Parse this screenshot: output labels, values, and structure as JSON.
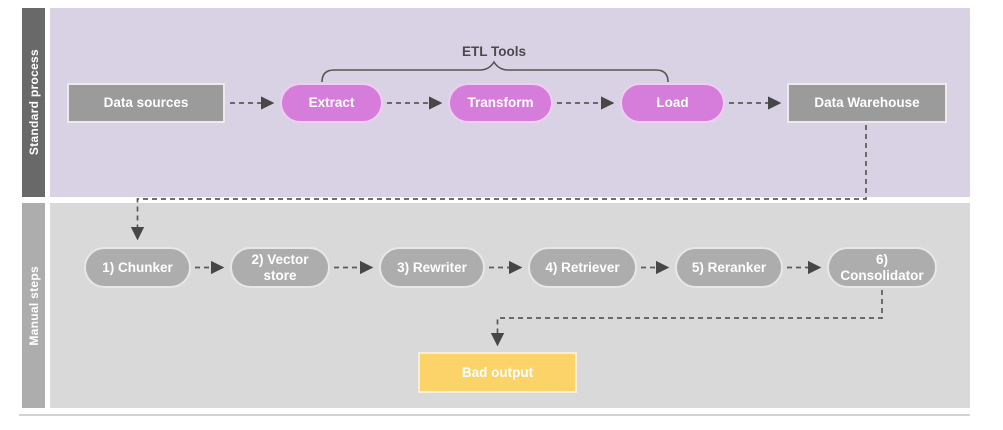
{
  "diagram": {
    "title_hint": "ETL pipeline with manual RAG steps flowchart",
    "lanes": [
      {
        "id": "standard-process",
        "label": "Standard process"
      },
      {
        "id": "manual-steps",
        "label": "Manual steps"
      }
    ],
    "bracket": {
      "label": "ETL Tools",
      "covers": [
        "extract",
        "transform",
        "load"
      ]
    },
    "nodes": {
      "data_sources": {
        "label": "Data sources",
        "shape": "rect",
        "color": "#9B9B9B"
      },
      "extract": {
        "label": "Extract",
        "shape": "pill",
        "color": "#D67DDB"
      },
      "transform": {
        "label": "Transform",
        "shape": "pill",
        "color": "#D67DDB"
      },
      "load": {
        "label": "Load",
        "shape": "pill",
        "color": "#D67DDB"
      },
      "data_warehouse": {
        "label": "Data Warehouse",
        "shape": "rect",
        "color": "#9B9B9B"
      },
      "chunker": {
        "label": "1) Chunker",
        "shape": "pill",
        "color": "#ADADAD"
      },
      "vector_store": {
        "label": "2) Vector store",
        "shape": "pill",
        "color": "#ADADAD"
      },
      "rewriter": {
        "label": "3) Rewriter",
        "shape": "pill",
        "color": "#ADADAD"
      },
      "retriever": {
        "label": "4) Retriever",
        "shape": "pill",
        "color": "#ADADAD"
      },
      "reranker": {
        "label": "5) Reranker",
        "shape": "pill",
        "color": "#ADADAD"
      },
      "consolidator": {
        "label": "6) Consolidator",
        "shape": "pill",
        "color": "#ADADAD"
      },
      "bad_output": {
        "label": "Bad output",
        "shape": "rect",
        "color": "#FBD369"
      }
    },
    "edges": [
      {
        "from": "data_sources",
        "to": "extract",
        "style": "dashed-arrow"
      },
      {
        "from": "extract",
        "to": "transform",
        "style": "dashed-arrow"
      },
      {
        "from": "transform",
        "to": "load",
        "style": "dashed-arrow"
      },
      {
        "from": "load",
        "to": "data_warehouse",
        "style": "dashed-arrow"
      },
      {
        "from": "data_warehouse",
        "to": "chunker",
        "style": "dashed-arrow-elbow"
      },
      {
        "from": "chunker",
        "to": "vector_store",
        "style": "dashed-arrow"
      },
      {
        "from": "vector_store",
        "to": "rewriter",
        "style": "dashed-arrow"
      },
      {
        "from": "rewriter",
        "to": "retriever",
        "style": "dashed-arrow"
      },
      {
        "from": "retriever",
        "to": "reranker",
        "style": "dashed-arrow"
      },
      {
        "from": "reranker",
        "to": "consolidator",
        "style": "dashed-arrow"
      },
      {
        "from": "consolidator",
        "to": "bad_output",
        "style": "dashed-arrow-elbow"
      }
    ],
    "colors": {
      "lane1_strip": "#696969",
      "lane1_body": "#D9D2E5",
      "lane2_strip": "#ADADAD",
      "lane2_body": "#D9D9D9",
      "pink_node": "#D67DDB",
      "gray_node": "#9B9B9B",
      "gray_pill": "#ADADAD",
      "yellow_node": "#FBD369",
      "connector": "#5A5A5A",
      "bracket_text": "#4A4A4A"
    }
  }
}
